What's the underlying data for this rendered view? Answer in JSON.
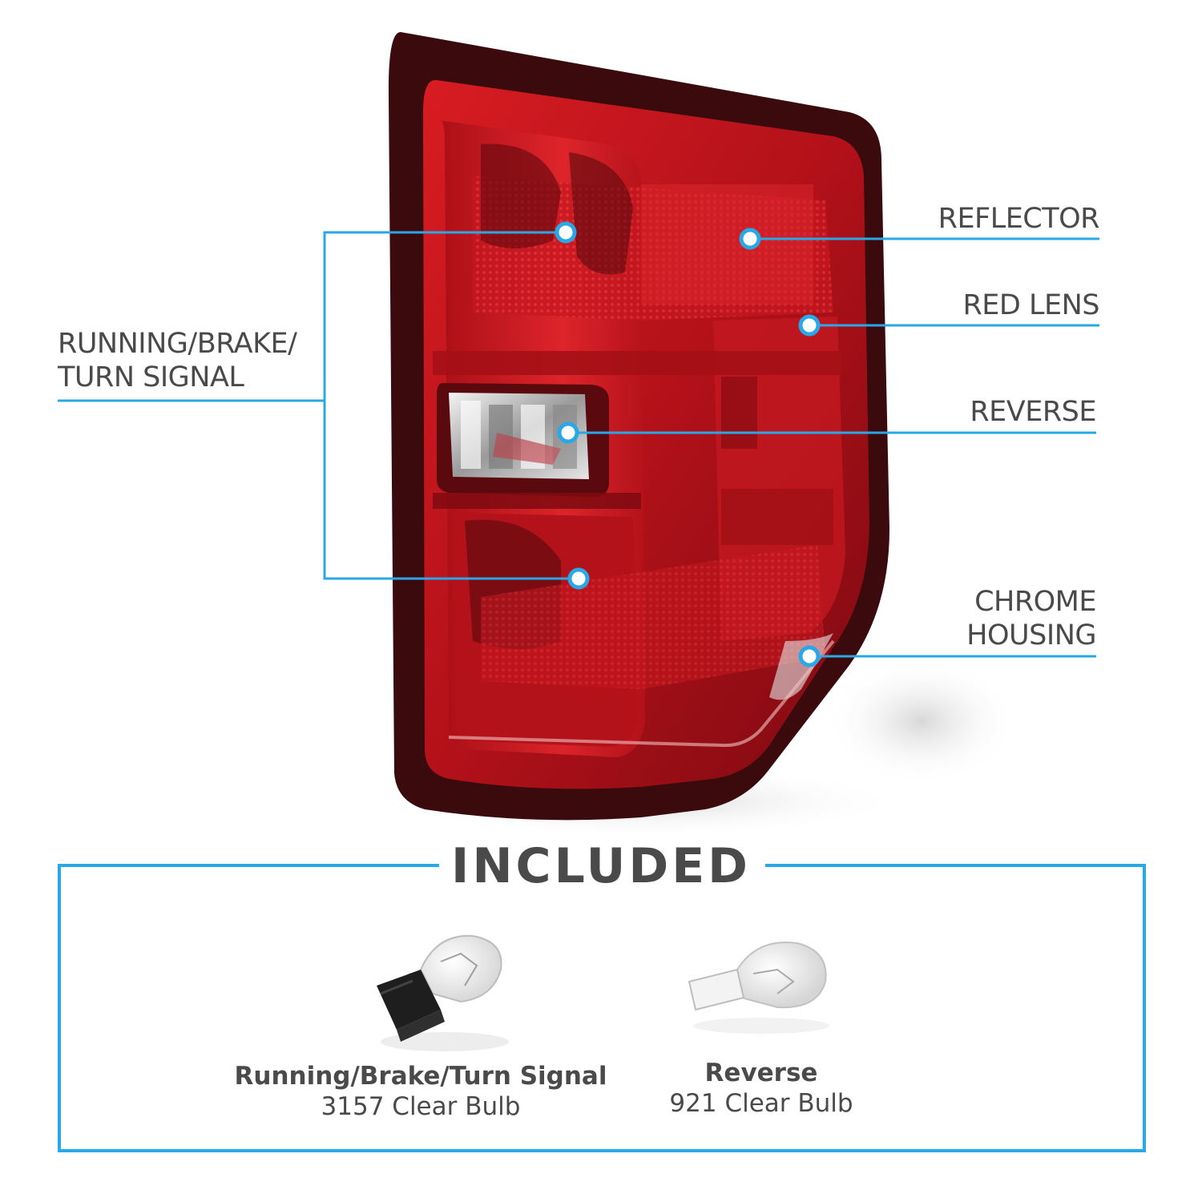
{
  "callouts": {
    "running_brake_turn_line1": "RUNNING/BRAKE/",
    "running_brake_turn_line2": "TURN SIGNAL",
    "reflector": "REFLECTOR",
    "red_lens": "RED LENS",
    "reverse": "REVERSE",
    "chrome_housing_line1": "CHROME",
    "chrome_housing_line2": "HOUSING"
  },
  "included": {
    "title": "INCLUDED",
    "bulbs": [
      {
        "name": "Running/Brake/Turn Signal",
        "spec": "3157 Clear Bulb"
      },
      {
        "name": "Reverse",
        "spec": "921 Clear Bulb"
      }
    ]
  },
  "colors": {
    "accent": "#29a8e8",
    "text": "#4a4a4a",
    "lens_red": "#c2141b",
    "housing_dark": "#3a0a0c"
  }
}
